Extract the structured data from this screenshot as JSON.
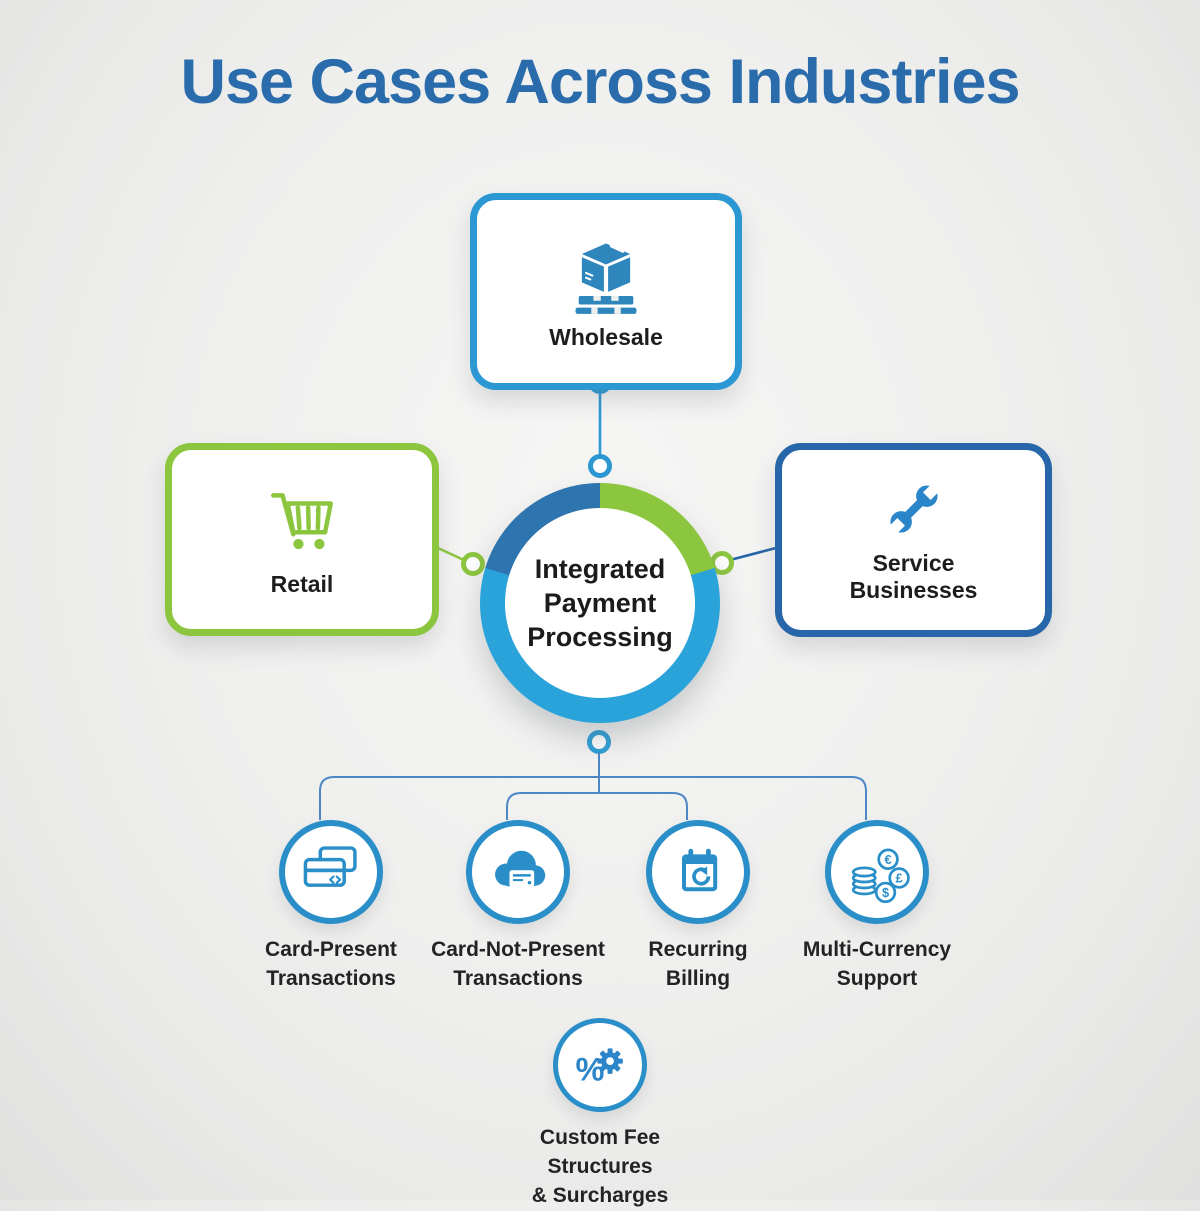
{
  "title": "Use Cases Across Industries",
  "center": {
    "label": "Integrated\nPayment\nProcessing"
  },
  "industries": {
    "wholesale": {
      "label": "Wholesale",
      "icon": "package-pallet-icon",
      "accent": "#2b97d3"
    },
    "retail": {
      "label": "Retail",
      "icon": "shopping-cart-icon",
      "accent": "#8cc63f"
    },
    "service": {
      "label": "Service\nBusinesses",
      "icon": "wrench-icon",
      "accent": "#2766a9"
    }
  },
  "features": [
    {
      "line1": "Card-Present",
      "line2": "Transactions",
      "icon": "credit-cards-icon"
    },
    {
      "line1": "Card-Not-Present",
      "line2": "Transactions",
      "icon": "cloud-card-icon"
    },
    {
      "line1": "Recurring",
      "line2": "Billing",
      "icon": "calendar-refresh-icon"
    },
    {
      "line1": "Multi-Currency",
      "line2": "Support",
      "icon": "coins-currency-icon",
      "symbols": [
        "€",
        "£",
        "$"
      ]
    },
    {
      "line1": "Custom Fee Structures",
      "line2": "& Surcharges",
      "icon": "percent-gear-icon",
      "symbol": "%"
    }
  ],
  "colors": {
    "title_blue": "#2a6cab",
    "light_blue": "#2b97d3",
    "icon_blue": "#2a8fc9",
    "dark_blue": "#2766a9",
    "green": "#8cc63f",
    "ring_dark_blue": "#2e74af",
    "ring_light_blue": "#2aa2da",
    "connector_blue": "#4d87c5",
    "text_dark": "#1d1d1b",
    "background_gray": "#ededec"
  }
}
